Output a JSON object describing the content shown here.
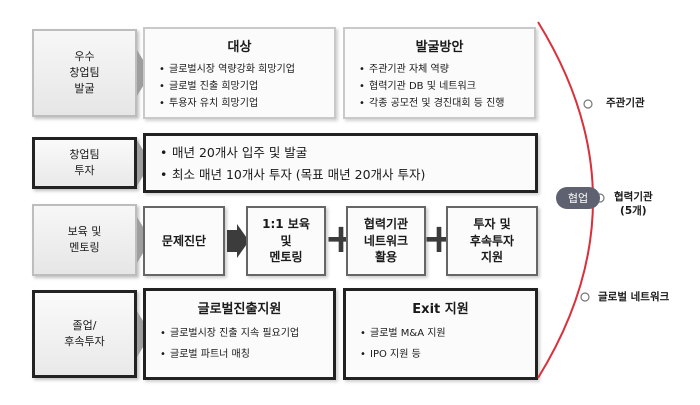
{
  "stages": [
    {
      "label": "우수\n창업팀\n발굴"
    },
    {
      "label": "창업팀\n투자"
    },
    {
      "label": "보육 및\n멘토링"
    },
    {
      "label": "졸업/\n후속투자"
    }
  ],
  "target": {
    "title": "대상",
    "items": [
      "글로벌시장 역량강화 희망기업",
      "글로벌 진출 희망기업",
      "투용자 유치 희망기업"
    ]
  },
  "discovery": {
    "title": "발굴방안",
    "items": [
      "주관기관 자체 역량",
      "협력기관 DB 및 네트워크",
      "각종 공모전 및 경진대회 등 진행"
    ]
  },
  "investment": {
    "items": [
      "매년 20개사 입주 및 발굴",
      "최소 매년 10개사 투자 (목표 매년 20개사 투자)"
    ]
  },
  "mentoring": {
    "step1": "문제진단",
    "step2": "1:1 보육\n및\n멘토링",
    "step3": "협력기관\n네트워크\n활용",
    "step4": "투자 및\n후속투자\n지원",
    "plus": "+"
  },
  "global": {
    "title": "글로벌진출지원",
    "items": [
      "글로벌시장 진출 지속 필요기업",
      "글로벌 파트너 매칭"
    ]
  },
  "exit": {
    "title": "Exit 지원",
    "items": [
      "글로벌 M&A 지원",
      "IPO 지원 등"
    ]
  },
  "right": {
    "host": "주관기관",
    "partner": "협력기관\n(5개)",
    "network": "글로벌 네트워크",
    "coop": "협업"
  },
  "colors": {
    "curve": "#d9303b",
    "coop_badge": "#5d6170"
  }
}
